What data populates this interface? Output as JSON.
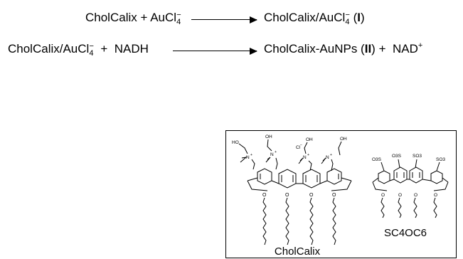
{
  "reaction1": {
    "reactant1": "CholCalix",
    "plus": "+",
    "reactant2": "AuCl",
    "reactant2_sub": "4",
    "reactant2_charge": "−",
    "product": "CholCalix/AuCl",
    "product_sub": "4",
    "product_charge": "−",
    "product_label": "I"
  },
  "reaction2": {
    "reactant1": "CholCalix/AuCl",
    "reactant1_sub": "4",
    "reactant1_charge": "−",
    "plus": "+",
    "reactant2": "NADH",
    "product1": "CholCalix-AuNPs",
    "product1_label": "II",
    "plus2": "+",
    "product2": "NAD",
    "product2_charge": "+"
  },
  "structures": {
    "cholcalix_name": "CholCalix",
    "sc4oc6_name": "SC4OC6",
    "cholcalix_groups": {
      "head": [
        "HO",
        "OH",
        "OH",
        "OH"
      ],
      "cation": "N",
      "cation_charge": "+",
      "counter_ion": "Cl",
      "counter_charge": "−",
      "ether_o": "O"
    },
    "sc4oc6_groups": {
      "sulfonate": [
        "O3S",
        "O3S",
        "SO3",
        "SO3"
      ],
      "ether_o": "O"
    }
  }
}
